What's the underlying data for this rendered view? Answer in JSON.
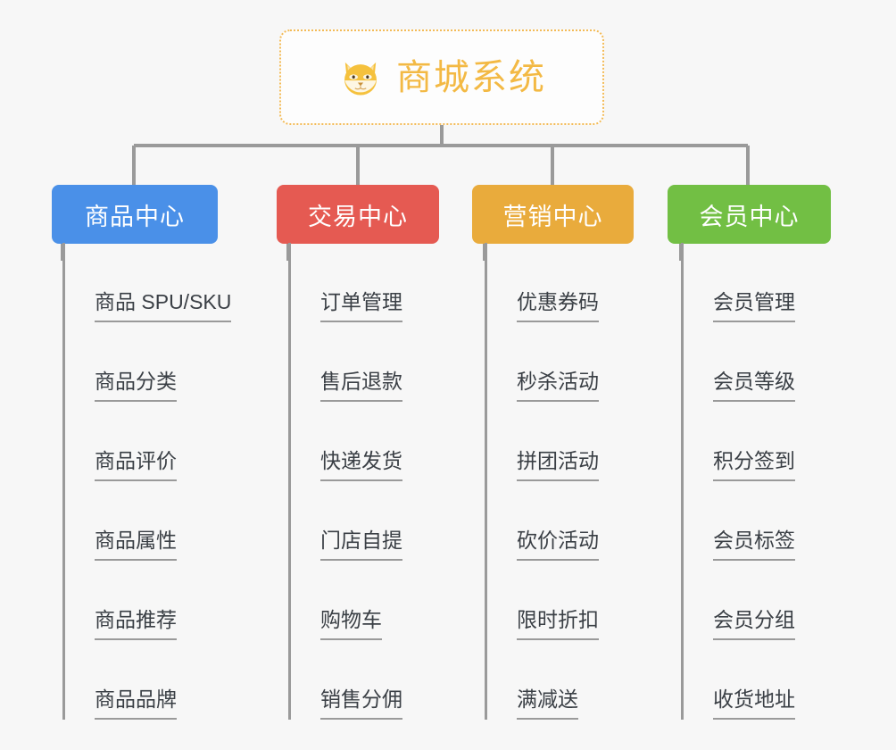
{
  "root": {
    "title": "商城系统",
    "icon": "shiba-dog-face-emoji",
    "border_color": "#f3bb57",
    "text_color": "#f3b944",
    "background": "#fdfdfd"
  },
  "canvas": {
    "background": "#f7f7f7",
    "line_color": "#9a9a9a"
  },
  "branches": [
    {
      "id": "product-center",
      "label": "商品中心",
      "color": "#4a90e8",
      "items": [
        "商品 SPU/SKU",
        "商品分类",
        "商品评价",
        "商品属性",
        "商品推荐",
        "商品品牌"
      ]
    },
    {
      "id": "trade-center",
      "label": "交易中心",
      "color": "#e55a52",
      "items": [
        "订单管理",
        "售后退款",
        "快递发货",
        "门店自提",
        "购物车",
        "销售分佣"
      ]
    },
    {
      "id": "marketing-center",
      "label": "营销中心",
      "color": "#e9ab3c",
      "items": [
        "优惠券码",
        "秒杀活动",
        "拼团活动",
        "砍价活动",
        "限时折扣",
        "满减送"
      ]
    },
    {
      "id": "member-center",
      "label": "会员中心",
      "color": "#72bf44",
      "items": [
        "会员管理",
        "会员等级",
        "积分签到",
        "会员标签",
        "会员分组",
        "收货地址"
      ]
    }
  ]
}
